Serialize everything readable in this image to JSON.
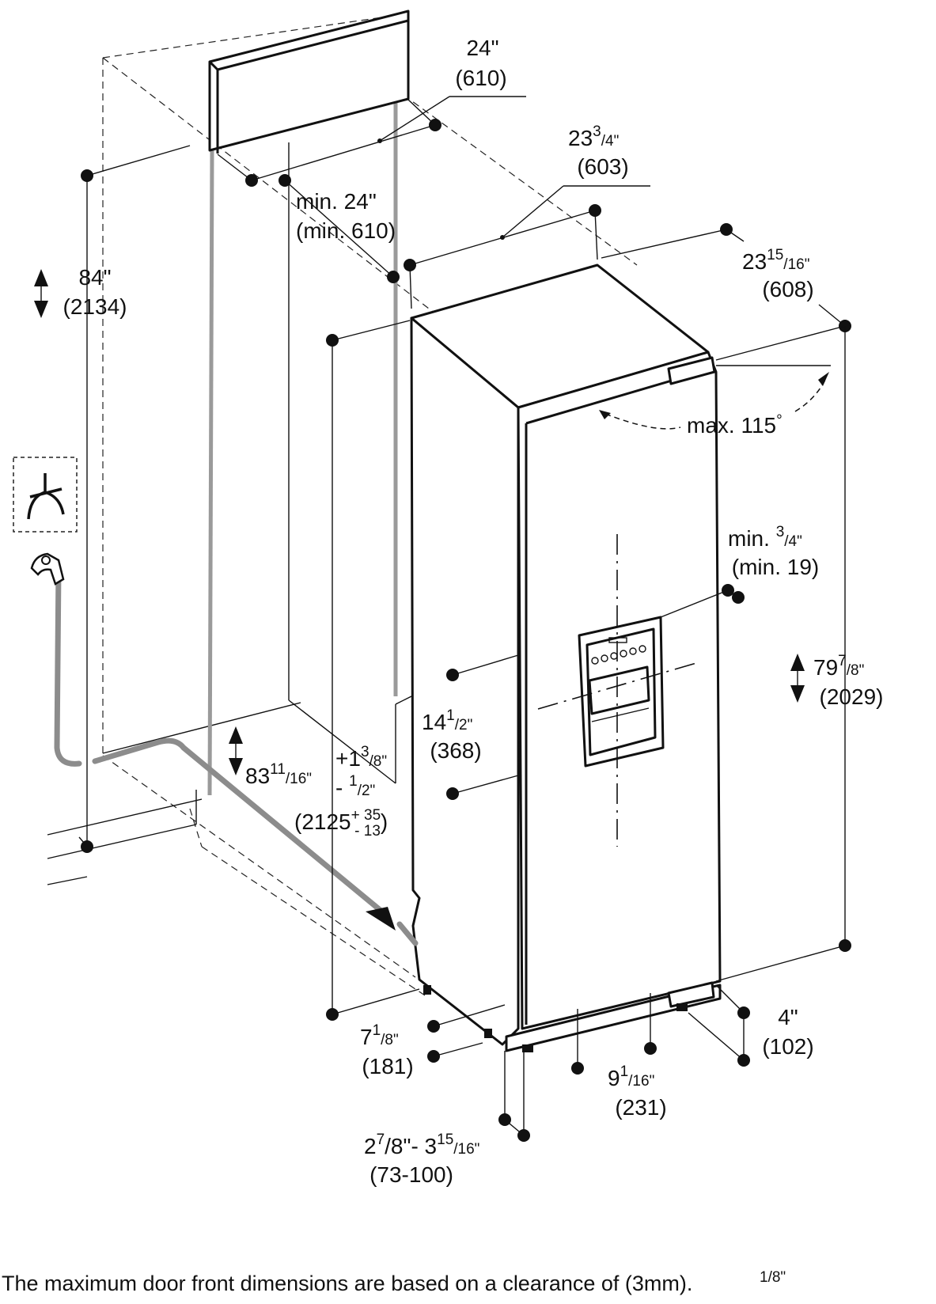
{
  "dimensions": {
    "cabinet_height": {
      "main": "84\"",
      "metric": "(2134)"
    },
    "header_depth": {
      "main": "24\"",
      "metric": "(610)"
    },
    "min_depth": {
      "main": "min. 24\"",
      "metric": "(min. 610)"
    },
    "width": {
      "whole": "23",
      "num": "3",
      "den": "/4\"",
      "metric": "(603)"
    },
    "depth": {
      "whole": "23",
      "num": "15",
      "den": "/16\"",
      "metric": "(608)"
    },
    "door_angle": {
      "text": "max. 115",
      "unit": "°"
    },
    "side_gap": {
      "pre": "min. ",
      "num": "3",
      "den": "/4\"",
      "metric": "(min. 19)"
    },
    "appliance_height": {
      "whole": "79",
      "num": "7",
      "den": "/8\"",
      "metric": "(2029)"
    },
    "dispenser_height": {
      "whole": "14",
      "num": "1",
      "den": "/2\"",
      "metric": "(368)"
    },
    "niche_height": {
      "whole": "83",
      "num": "11",
      "den": "/16\"",
      "plus": "+1",
      "plus_num": "3",
      "plus_den": "/8\"",
      "minus": "- ",
      "minus_num": "1",
      "minus_den": "/2\"",
      "metric_open": "(2125",
      "metric_plus": "+ 35",
      "metric_minus": "- 13",
      "metric_close": ")"
    },
    "toe_height": {
      "whole": "7",
      "num": "1",
      "den": "/8\"",
      "metric": "(181)"
    },
    "rear_depth": {
      "main": "4\"",
      "metric": "(102)"
    },
    "toe_width": {
      "whole": "9",
      "num": "1",
      "den": "/16\"",
      "metric": "(231)"
    },
    "plinth": {
      "whole": "2",
      "num": "7",
      "den": "/8\"- 3",
      "num2": "15",
      "den2": "/16\"",
      "metric": "(73-100)"
    }
  },
  "footer": {
    "text": "The maximum door front dimensions are based on a clearance of (3mm).",
    "overlay": "1/8\""
  },
  "icons": [
    "power-outlet-icon",
    "water-tap-icon"
  ]
}
